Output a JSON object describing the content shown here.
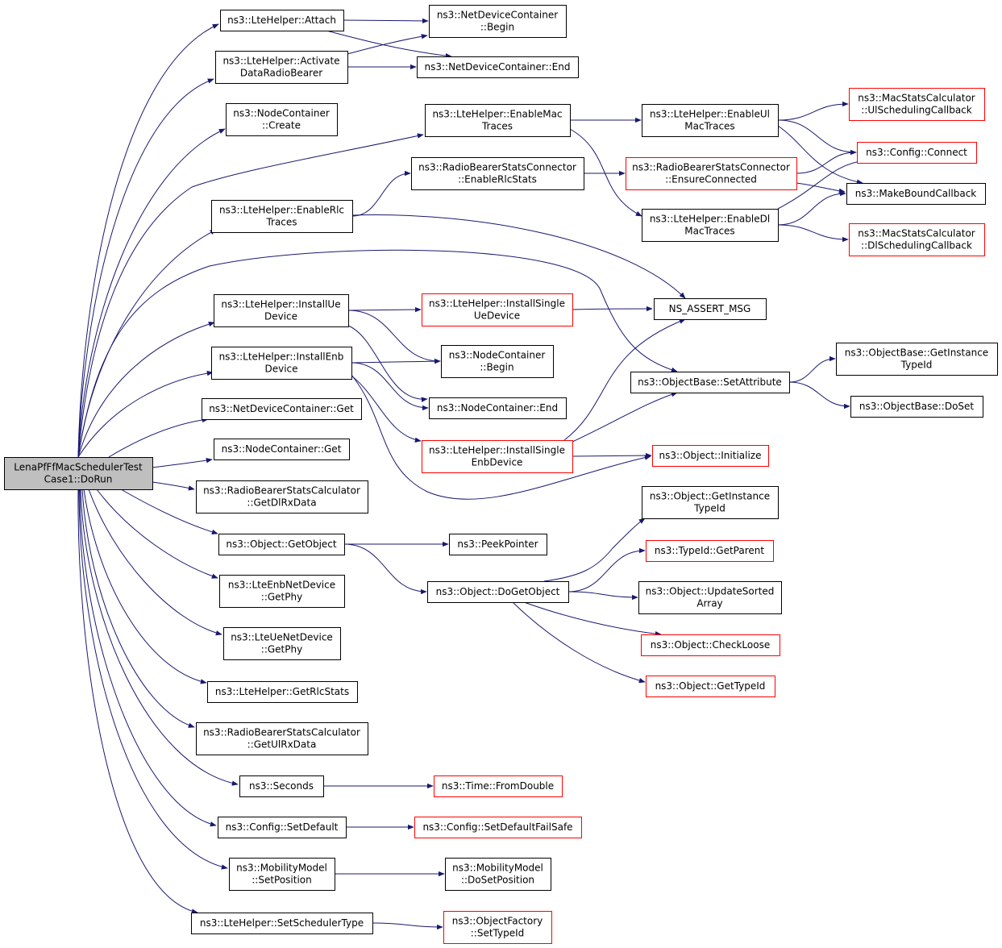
{
  "colors": {
    "edge": "#191970",
    "border_normal": "#000000",
    "border_truncated": "#ff0000",
    "root_fill": "#bfbfbf"
  },
  "nodes": [
    {
      "id": "root",
      "lines": [
        "LenaPfFfMacSchedulerTest",
        "Case1::DoRun"
      ],
      "type": "root"
    },
    {
      "id": "lte_attach",
      "lines": [
        "ns3::LteHelper::Attach"
      ],
      "type": "normal"
    },
    {
      "id": "lte_activate",
      "lines": [
        "ns3::LteHelper::Activate",
        "DataRadioBearer"
      ],
      "type": "normal"
    },
    {
      "id": "nc_create",
      "lines": [
        "ns3::NodeContainer",
        "::Create"
      ],
      "type": "normal"
    },
    {
      "id": "lte_enablerlc",
      "lines": [
        "ns3::LteHelper::EnableRlc",
        "Traces"
      ],
      "type": "normal"
    },
    {
      "id": "lte_installue",
      "lines": [
        "ns3::LteHelper::InstallUe",
        "Device"
      ],
      "type": "normal"
    },
    {
      "id": "lte_installenb",
      "lines": [
        "ns3::LteHelper::InstallEnb",
        "Device"
      ],
      "type": "normal"
    },
    {
      "id": "ndc_get",
      "lines": [
        "ns3::NetDeviceContainer::Get"
      ],
      "type": "normal"
    },
    {
      "id": "nc_get",
      "lines": [
        "ns3::NodeContainer::Get"
      ],
      "type": "normal"
    },
    {
      "id": "rbsc_getdl",
      "lines": [
        "ns3::RadioBearerStatsCalculator",
        "::GetDlRxData"
      ],
      "type": "normal"
    },
    {
      "id": "obj_getobject",
      "lines": [
        "ns3::Object::GetObject"
      ],
      "type": "normal"
    },
    {
      "id": "enb_getphy",
      "lines": [
        "ns3::LteEnbNetDevice",
        "::GetPhy"
      ],
      "type": "normal"
    },
    {
      "id": "ue_getphy",
      "lines": [
        "ns3::LteUeNetDevice",
        "::GetPhy"
      ],
      "type": "normal"
    },
    {
      "id": "lte_getrlcstats",
      "lines": [
        "ns3::LteHelper::GetRlcStats"
      ],
      "type": "normal"
    },
    {
      "id": "rbsc_getul",
      "lines": [
        "ns3::RadioBearerStatsCalculator",
        "::GetUlRxData"
      ],
      "type": "normal"
    },
    {
      "id": "seconds",
      "lines": [
        "ns3::Seconds"
      ],
      "type": "normal"
    },
    {
      "id": "cfg_setdefault",
      "lines": [
        "ns3::Config::SetDefault"
      ],
      "type": "normal"
    },
    {
      "id": "mm_setposition",
      "lines": [
        "ns3::MobilityModel",
        "::SetPosition"
      ],
      "type": "normal"
    },
    {
      "id": "lte_setsched",
      "lines": [
        "ns3::LteHelper::SetSchedulerType"
      ],
      "type": "normal"
    },
    {
      "id": "ndc_begin",
      "lines": [
        "ns3::NetDeviceContainer",
        "::Begin"
      ],
      "type": "normal"
    },
    {
      "id": "ndc_end",
      "lines": [
        "ns3::NetDeviceContainer::End"
      ],
      "type": "normal"
    },
    {
      "id": "lte_enablemac",
      "lines": [
        "ns3::LteHelper::EnableMac",
        "Traces"
      ],
      "type": "normal"
    },
    {
      "id": "rbsconn_enablerlc",
      "lines": [
        "ns3::RadioBearerStatsConnector",
        "::EnableRlcStats"
      ],
      "type": "normal"
    },
    {
      "id": "lte_installsingleue",
      "lines": [
        "ns3::LteHelper::InstallSingle",
        "UeDevice"
      ],
      "type": "truncated"
    },
    {
      "id": "nc_begin",
      "lines": [
        "ns3::NodeContainer",
        "::Begin"
      ],
      "type": "normal"
    },
    {
      "id": "nc_end",
      "lines": [
        "ns3::NodeContainer::End"
      ],
      "type": "normal"
    },
    {
      "id": "lte_installsingleenb",
      "lines": [
        "ns3::LteHelper::InstallSingle",
        "EnbDevice"
      ],
      "type": "truncated"
    },
    {
      "id": "peekpointer",
      "lines": [
        "ns3::PeekPointer"
      ],
      "type": "normal"
    },
    {
      "id": "obj_dogetobject",
      "lines": [
        "ns3::Object::DoGetObject"
      ],
      "type": "normal"
    },
    {
      "id": "time_fromdouble",
      "lines": [
        "ns3::Time::FromDouble"
      ],
      "type": "truncated"
    },
    {
      "id": "cfg_setdefaultfailsafe",
      "lines": [
        "ns3::Config::SetDefaultFailSafe"
      ],
      "type": "truncated"
    },
    {
      "id": "mm_dosetposition",
      "lines": [
        "ns3::MobilityModel",
        "::DoSetPosition"
      ],
      "type": "normal"
    },
    {
      "id": "of_settypeid",
      "lines": [
        "ns3::ObjectFactory",
        "::SetTypeId"
      ],
      "type": "truncated"
    },
    {
      "id": "lte_enableul",
      "lines": [
        "ns3::LteHelper::EnableUl",
        "MacTraces"
      ],
      "type": "normal"
    },
    {
      "id": "rbsconn_ensure",
      "lines": [
        "ns3::RadioBearerStatsConnector",
        "::EnsureConnected"
      ],
      "type": "truncated"
    },
    {
      "id": "lte_enabledl",
      "lines": [
        "ns3::LteHelper::EnableDl",
        "MacTraces"
      ],
      "type": "normal"
    },
    {
      "id": "ns_assert",
      "lines": [
        "NS_ASSERT_MSG"
      ],
      "type": "normal"
    },
    {
      "id": "ob_setattribute",
      "lines": [
        "ns3::ObjectBase::SetAttribute"
      ],
      "type": "normal"
    },
    {
      "id": "obj_initialize",
      "lines": [
        "ns3::Object::Initialize"
      ],
      "type": "truncated"
    },
    {
      "id": "obj_getinstancetypeid",
      "lines": [
        "ns3::Object::GetInstance",
        "TypeId"
      ],
      "type": "normal"
    },
    {
      "id": "typeid_getparent",
      "lines": [
        "ns3::TypeId::GetParent"
      ],
      "type": "truncated"
    },
    {
      "id": "obj_updatesorted",
      "lines": [
        "ns3::Object::UpdateSorted",
        "Array"
      ],
      "type": "normal"
    },
    {
      "id": "obj_checkloose",
      "lines": [
        "ns3::Object::CheckLoose"
      ],
      "type": "truncated"
    },
    {
      "id": "obj_gettypeid",
      "lines": [
        "ns3::Object::GetTypeId"
      ],
      "type": "truncated"
    },
    {
      "id": "msc_ulsched",
      "lines": [
        "ns3::MacStatsCalculator",
        "::UlSchedulingCallback"
      ],
      "type": "truncated"
    },
    {
      "id": "cfg_connect",
      "lines": [
        "ns3::Config::Connect"
      ],
      "type": "truncated"
    },
    {
      "id": "makeboundcallback",
      "lines": [
        "ns3::MakeBoundCallback"
      ],
      "type": "normal"
    },
    {
      "id": "msc_dlsched",
      "lines": [
        "ns3::MacStatsCalculator",
        "::DlSchedulingCallback"
      ],
      "type": "truncated"
    },
    {
      "id": "ob_getinstancetypeid",
      "lines": [
        "ns3::ObjectBase::GetInstance",
        "TypeId"
      ],
      "type": "normal"
    },
    {
      "id": "ob_doset",
      "lines": [
        "ns3::ObjectBase::DoSet"
      ],
      "type": "normal"
    }
  ],
  "edges": [
    [
      "root",
      "lte_attach"
    ],
    [
      "root",
      "lte_activate"
    ],
    [
      "root",
      "nc_create"
    ],
    [
      "root",
      "lte_enablemac"
    ],
    [
      "root",
      "lte_enablerlc"
    ],
    [
      "root",
      "ob_setattribute"
    ],
    [
      "root",
      "lte_installue"
    ],
    [
      "root",
      "lte_installenb"
    ],
    [
      "root",
      "ndc_get"
    ],
    [
      "root",
      "nc_get"
    ],
    [
      "root",
      "rbsc_getdl"
    ],
    [
      "root",
      "obj_getobject"
    ],
    [
      "root",
      "enb_getphy"
    ],
    [
      "root",
      "ue_getphy"
    ],
    [
      "root",
      "lte_getrlcstats"
    ],
    [
      "root",
      "rbsc_getul"
    ],
    [
      "root",
      "seconds"
    ],
    [
      "root",
      "cfg_setdefault"
    ],
    [
      "root",
      "mm_setposition"
    ],
    [
      "root",
      "lte_setsched"
    ],
    [
      "lte_attach",
      "ndc_begin"
    ],
    [
      "lte_attach",
      "ndc_end"
    ],
    [
      "lte_activate",
      "ndc_begin"
    ],
    [
      "lte_activate",
      "ndc_end"
    ],
    [
      "lte_enablemac",
      "lte_enableul"
    ],
    [
      "lte_enablemac",
      "lte_enabledl"
    ],
    [
      "lte_enablerlc",
      "rbsconn_enablerlc"
    ],
    [
      "lte_enablerlc",
      "ns_assert"
    ],
    [
      "rbsconn_enablerlc",
      "rbsconn_ensure"
    ],
    [
      "rbsconn_ensure",
      "cfg_connect"
    ],
    [
      "rbsconn_ensure",
      "makeboundcallback"
    ],
    [
      "lte_enableul",
      "msc_ulsched"
    ],
    [
      "lte_enableul",
      "cfg_connect"
    ],
    [
      "lte_enableul",
      "makeboundcallback"
    ],
    [
      "lte_enabledl",
      "cfg_connect"
    ],
    [
      "lte_enabledl",
      "makeboundcallback"
    ],
    [
      "lte_enabledl",
      "msc_dlsched"
    ],
    [
      "lte_installue",
      "lte_installsingleue"
    ],
    [
      "lte_installue",
      "nc_begin"
    ],
    [
      "lte_installue",
      "nc_end"
    ],
    [
      "lte_installsingleue",
      "ns_assert"
    ],
    [
      "lte_installenb",
      "nc_begin"
    ],
    [
      "lte_installenb",
      "nc_end"
    ],
    [
      "lte_installenb",
      "lte_installsingleenb"
    ],
    [
      "lte_installenb",
      "obj_initialize"
    ],
    [
      "lte_installsingleenb",
      "ns_assert"
    ],
    [
      "lte_installsingleenb",
      "ob_setattribute"
    ],
    [
      "lte_installsingleenb",
      "obj_initialize"
    ],
    [
      "ob_setattribute",
      "ob_getinstancetypeid"
    ],
    [
      "ob_setattribute",
      "ob_doset"
    ],
    [
      "obj_getobject",
      "peekpointer"
    ],
    [
      "obj_getobject",
      "obj_dogetobject"
    ],
    [
      "obj_dogetobject",
      "obj_getinstancetypeid"
    ],
    [
      "obj_dogetobject",
      "typeid_getparent"
    ],
    [
      "obj_dogetobject",
      "obj_updatesorted"
    ],
    [
      "obj_dogetobject",
      "obj_checkloose"
    ],
    [
      "obj_dogetobject",
      "obj_gettypeid"
    ],
    [
      "seconds",
      "time_fromdouble"
    ],
    [
      "cfg_setdefault",
      "cfg_setdefaultfailsafe"
    ],
    [
      "mm_setposition",
      "mm_dosetposition"
    ],
    [
      "lte_setsched",
      "of_settypeid"
    ]
  ]
}
